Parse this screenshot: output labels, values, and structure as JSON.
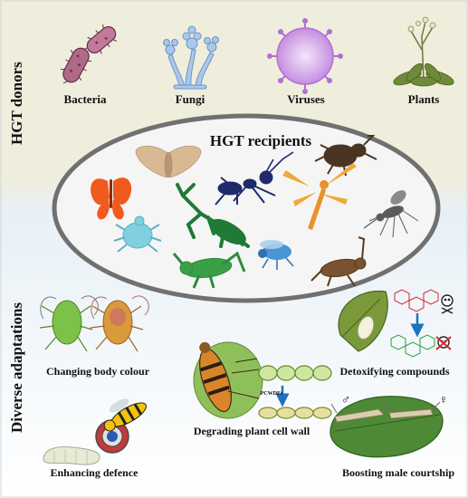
{
  "sections": {
    "donors_title": "HGT donors",
    "adaptations_title": "Diverse adaptations"
  },
  "donors": [
    {
      "label": "Bacteria",
      "icon": "bacteria-icon"
    },
    {
      "label": "Fungi",
      "icon": "fungi-icon"
    },
    {
      "label": "Viruses",
      "icon": "virus-icon"
    },
    {
      "label": "Plants",
      "icon": "plant-icon"
    }
  ],
  "recipients": {
    "title": "HGT recipients",
    "organisms": [
      "butterfly-icon",
      "moth-icon",
      "mantis-icon",
      "ant-icon",
      "beetle-icon",
      "dragonfly-icon",
      "mosquito-icon",
      "mite-icon",
      "grasshopper-icon",
      "fly-icon",
      "cricket-icon"
    ]
  },
  "adaptations": [
    {
      "label": "Changing body colour"
    },
    {
      "label": "Detoxifying compounds"
    },
    {
      "label": "Degrading plant cell wall",
      "inset_label": "PCWDEs"
    },
    {
      "label": "Enhancing defence"
    },
    {
      "label": "Boosting male courtship",
      "male_symbol": "♂",
      "female_symbol": "♀"
    }
  ],
  "colors": {
    "top_band": "#efeddc",
    "bottom_band": "#e6f1fa",
    "butterfly": "#f05a1e",
    "moth": "#d9b894",
    "mantis": "#1e7a35",
    "ant": "#1f2a6b",
    "beetle": "#4a3422",
    "dragonfly": "#f2a83a",
    "mosquito": "#5a5a5a",
    "mite": "#7fd0e0",
    "grasshopper": "#3aa047",
    "fly": "#4a94d6",
    "cricket": "#7a5230",
    "arrow": "#1e73be"
  }
}
